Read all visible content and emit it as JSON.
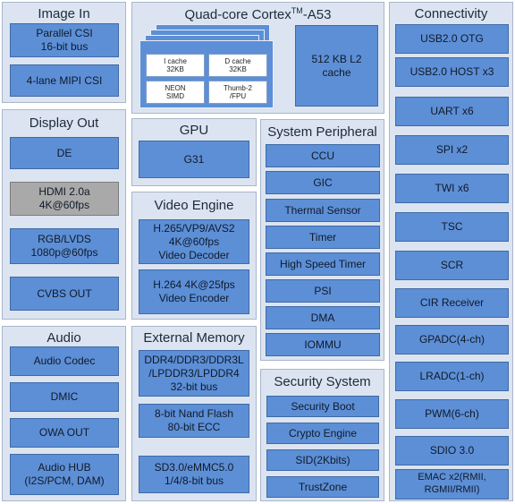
{
  "image_in": {
    "title": "Image In",
    "blocks": [
      "Parallel CSI\n16-bit bus",
      "4-lane MIPI CSI"
    ]
  },
  "display_out": {
    "title": "Display Out",
    "blocks": [
      "DE",
      "HDMI 2.0a\n4K@60fps",
      "RGB/LVDS\n1080p@60fps",
      "CVBS OUT"
    ]
  },
  "audio": {
    "title": "Audio",
    "blocks": [
      "Audio Codec",
      "DMIC",
      "OWA OUT",
      "Audio HUB\n(I2S/PCM, DAM)"
    ]
  },
  "cpu": {
    "title_main": "Quad-core  Cortex",
    "title_sup": "TM",
    "title_end": "-A53",
    "icache": "I cache\n32KB",
    "dcache": "D cache\n32KB",
    "neon": "NEON\nSIMD",
    "thumb": "Thumb-2\n/FPU",
    "l2": "512 KB L2\ncache"
  },
  "gpu": {
    "title": "GPU",
    "blocks": [
      "G31"
    ]
  },
  "video_engine": {
    "title": "Video Engine",
    "blocks": [
      "H.265/VP9/AVS2\n4K@60fps\nVideo Decoder",
      "H.264 4K@25fps\nVideo Encoder"
    ]
  },
  "external_memory": {
    "title": "External Memory",
    "blocks": [
      "DDR4/DDR3/DDR3L\n/LPDDR3/LPDDR4\n32-bit bus",
      "8-bit Nand Flash\n80-bit ECC",
      "SD3.0/eMMC5.0\n1/4/8-bit bus"
    ]
  },
  "system_peripheral": {
    "title": "System Peripheral",
    "blocks": [
      "CCU",
      "GIC",
      "Thermal Sensor",
      "Timer",
      "High Speed Timer",
      "PSI",
      "DMA",
      "IOMMU"
    ]
  },
  "security_system": {
    "title": "Security System",
    "blocks": [
      "Security Boot",
      "Crypto Engine",
      "SID(2Kbits)",
      "TrustZone"
    ]
  },
  "connectivity": {
    "title": "Connectivity",
    "blocks": [
      "USB2.0 OTG",
      "USB2.0 HOST x3",
      "UART x6",
      "SPI x2",
      "TWI x6",
      "TSC",
      "SCR",
      "CIR Receiver",
      "GPADC(4-ch)",
      "LRADC(1-ch)",
      "PWM(6-ch)",
      "SDIO 3.0",
      "EMAC x2(RMII,\nRGMII/RMII)"
    ]
  }
}
